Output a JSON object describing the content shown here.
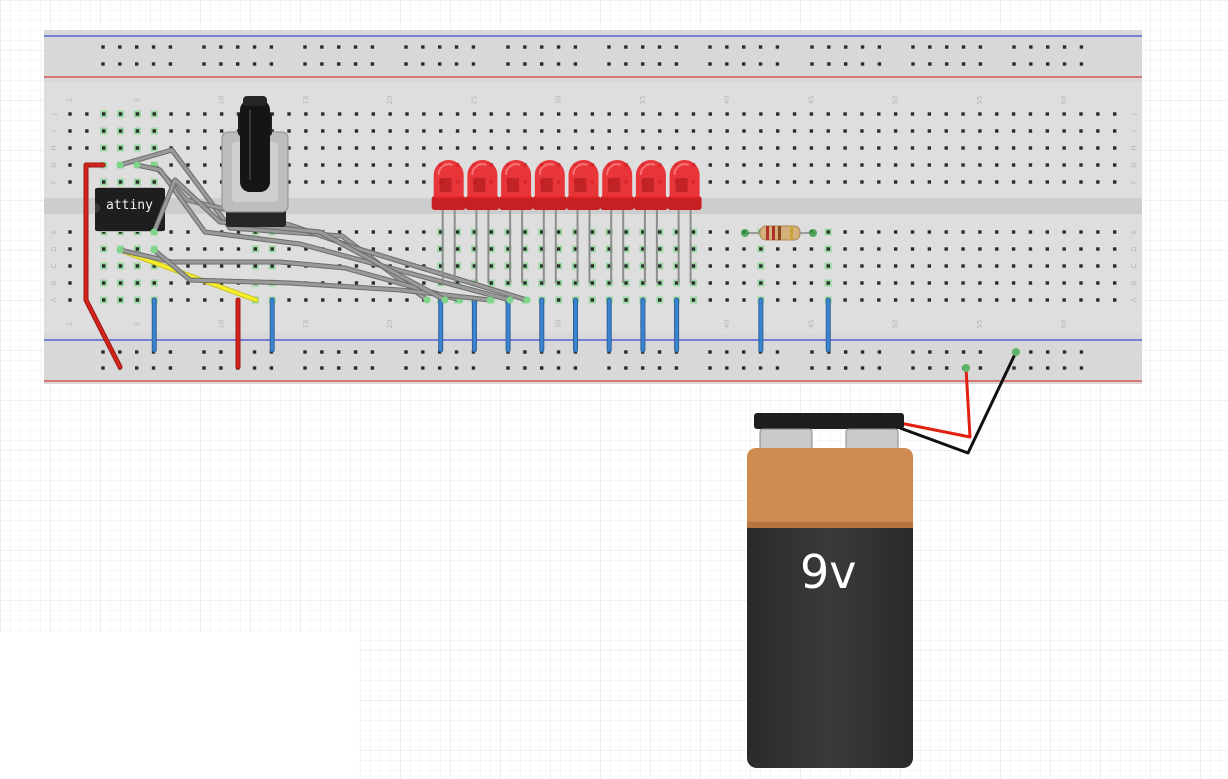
{
  "breadboard": {
    "row_letters_top": [
      "J",
      "I",
      "H",
      "G",
      "F"
    ],
    "row_letters_bottom": [
      "E",
      "D",
      "C",
      "B",
      "A"
    ],
    "column_numbers": [
      "1",
      "5",
      "10",
      "15",
      "20",
      "25",
      "30",
      "35",
      "40",
      "45",
      "50",
      "55",
      "60"
    ]
  },
  "chip": {
    "label": "attiny"
  },
  "battery": {
    "label": "9v"
  },
  "colors": {
    "led": "#e8262a",
    "wire_red": "#c8211b",
    "wire_blue": "#3a7fc9",
    "wire_gray": "#8d8d8d",
    "wire_yellow": "#f2ea2a",
    "battery_top": "#cf8a4f",
    "battery_body": "#333333"
  },
  "icons": {
    "potentiometer": "potentiometer-icon",
    "resistor": "resistor-icon",
    "led": "led-icon",
    "chip": "attiny-chip-icon",
    "battery": "battery-9v-icon"
  }
}
